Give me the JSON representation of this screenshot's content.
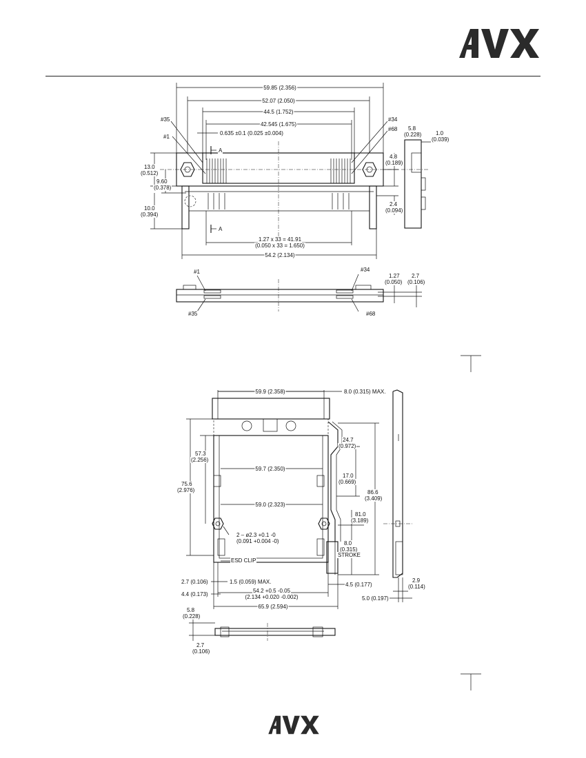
{
  "brand": {
    "name": "AVX",
    "color": "#2b2b2b"
  },
  "top_view": {
    "pin_labels": {
      "p35": "#35",
      "p1": "#1",
      "p34": "#34",
      "p68": "#68"
    },
    "dims": {
      "overall_outer": "59.85 (2.356)",
      "d52": "52.07 (2.050)",
      "d44": "44.5 (1.752)",
      "d42": "42.545 (1.675)",
      "pitch_tol": "0.635 ±0.1 (0.025 ±0.004)",
      "h13_a": "13.0",
      "h13_b": "(0.512)",
      "h96_a": "9.60",
      "h96_b": "(0.378)",
      "h10_a": "10.0",
      "h10_b": "(0.394)",
      "r48_a": "4.8",
      "r48_b": "(0.189)",
      "r24_a": "2.4",
      "r24_b": "(0.094)",
      "pitch_a": "1.27 x 33 = 41.91",
      "pitch_b": "(0.050 x 33 = 1.650)",
      "base": "54.2 (2.134)",
      "side58_a": "5.8",
      "side58_b": "(0.228)",
      "side10_a": "1.0",
      "side10_b": "(0.039)",
      "section_a1": "A",
      "section_a2": "A"
    }
  },
  "front_view": {
    "pin_labels": {
      "p1": "#1",
      "p35": "#35",
      "p34": "#34",
      "p68": "#68"
    },
    "dims": {
      "f127_a": "1.27",
      "f127_b": "(0.050)",
      "f27_a": "2.7",
      "f27_b": "(0.106)"
    }
  },
  "bottom_view": {
    "dims": {
      "w599": "59.9 (2.358)",
      "max8": "8.0 (0.315) MAX.",
      "h573_a": "57.3",
      "h573_b": "(2.256)",
      "h756_a": "75.6",
      "h756_b": "(2.976)",
      "w597": "59.7 (2.350)",
      "w590": "59.0 (2.323)",
      "hole_a": "2 – ø2.3 +0.1 -0",
      "hole_b": "(0.091 +0.004 -0)",
      "esd": "ESD CLIP",
      "r247_a": "24.7",
      "r247_b": "(0.972)",
      "r170_a": "17.0",
      "r170_b": "(0.669)",
      "r866_a": "86.6",
      "r866_b": "(3.409)",
      "r810_a": "81.0",
      "r810_b": "(3.189)",
      "stroke_a": "8.0",
      "stroke_b": "(0.315)",
      "stroke_c": "STROKE",
      "l27": "2.7 (0.106)",
      "l15": "1.5 (0.059) MAX.",
      "l44": "4.4 (0.173)",
      "w542_a": "54.2 +0.5 -0.05",
      "w542_b": "(2.134 +0.020 -0.002)",
      "r45": "4.5 (0.177)",
      "w659": "65.9 (2.594)",
      "s29_a": "2.9",
      "s29_b": "(0.114)",
      "s50": "5.0 (0.197)",
      "e58_a": "5.8",
      "e58_b": "(0.228)",
      "e27_a": "2.7",
      "e27_b": "(0.106)"
    }
  }
}
